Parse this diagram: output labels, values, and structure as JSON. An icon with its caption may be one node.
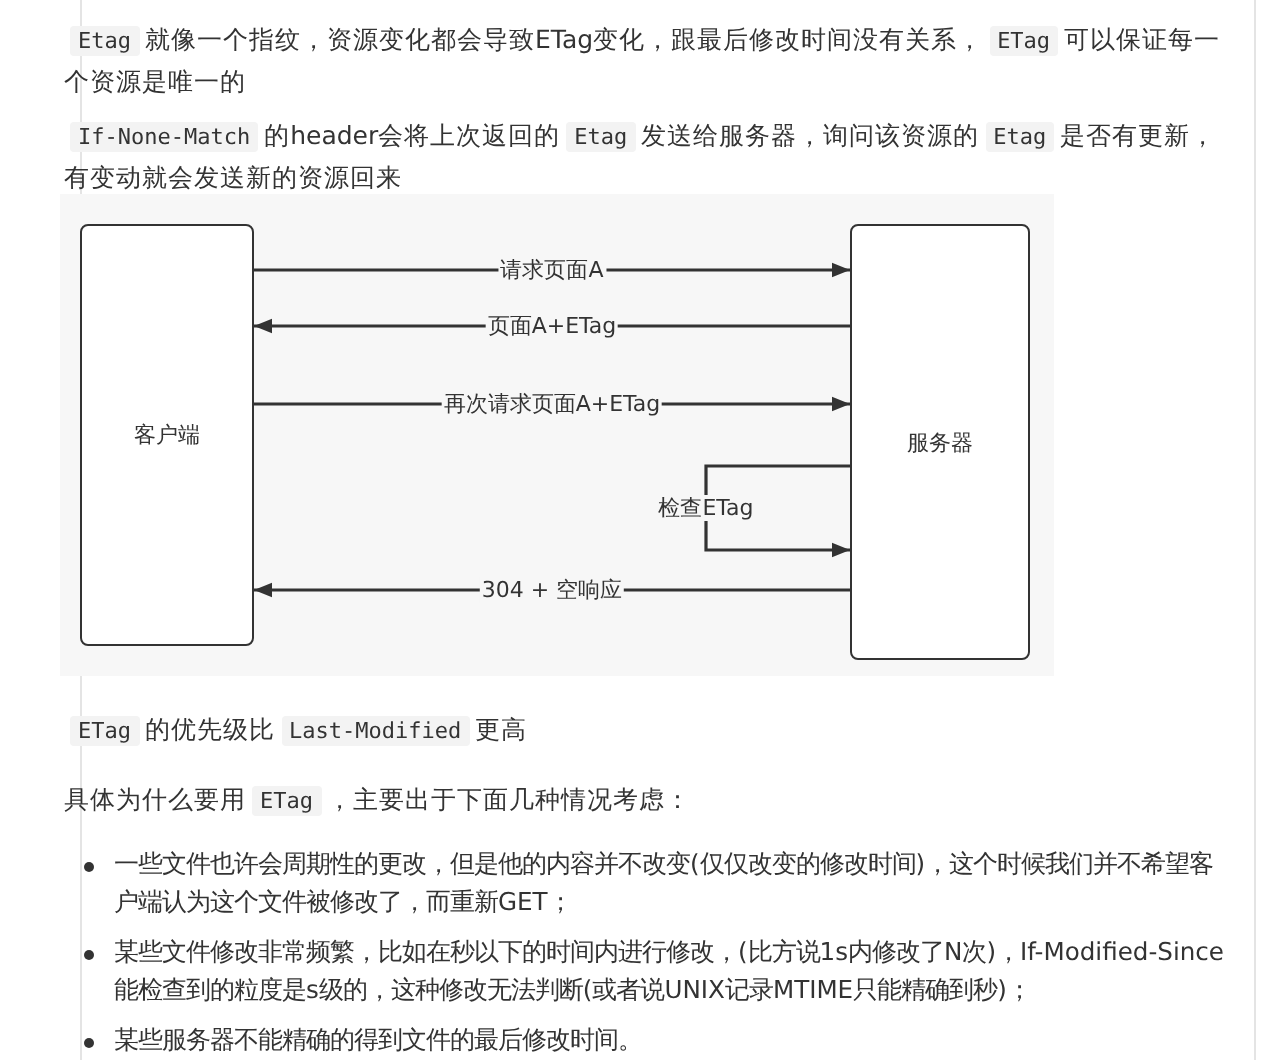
{
  "diagram": {
    "nodes": [
      {
        "text": [
          "客户端"
        ]
      },
      {
        "text": [
          "服务器"
        ]
      }
    ],
    "edges": [
      {
        "from": 0,
        "to": 1,
        "arrow": "to",
        "label": "请求页面A"
      },
      {
        "from": 1,
        "to": 0,
        "arrow": "to",
        "label": "页面A+ETag"
      },
      {
        "from": 0,
        "to": 1,
        "arrow": "to",
        "label": "再次请求页面A+ETag"
      },
      {
        "from": 1,
        "to": 1,
        "arrow": "to",
        "label": "检查ETag"
      },
      {
        "from": 1,
        "to": 0,
        "arrow": "to",
        "label": "304 + 空响应"
      }
    ],
    "labels": [
      "Etag",
      "就像一个指纹，资源变化都会导致ETag变化，跟最后修改时间没有关系，",
      "ETag",
      "可以保证每一个资源是唯一的",
      "If-None-Match",
      "的header会将上次返回的",
      "Etag",
      "发送给服务器，询问该资源的",
      "Etag",
      "是否有更新，有变动就会发送新的资源回来",
      "ETag",
      "的优先级比",
      "Last-Modified",
      "更高",
      "具体为什么要用",
      "ETag",
      "，主要出于下面几种情况考虑：",
      "一些文件也许会周期性的更改，但是他的内容并不改变(仅仅改变的修改时间)，这个时候我们并不希望客户端认为这个文件被修改了，而重新GET；",
      "某些文件修改非常频繁，比如在秒以下的时间内进行修改，(比方说1s内修改了N次)，If-Modified-Since能检查到的粒度是s级的，这种修改无法判断(或者说UNIX记录MTIME只能精确到秒)；",
      "某些服务器不能精确的得到文件的最后修改时间。"
    ]
  }
}
